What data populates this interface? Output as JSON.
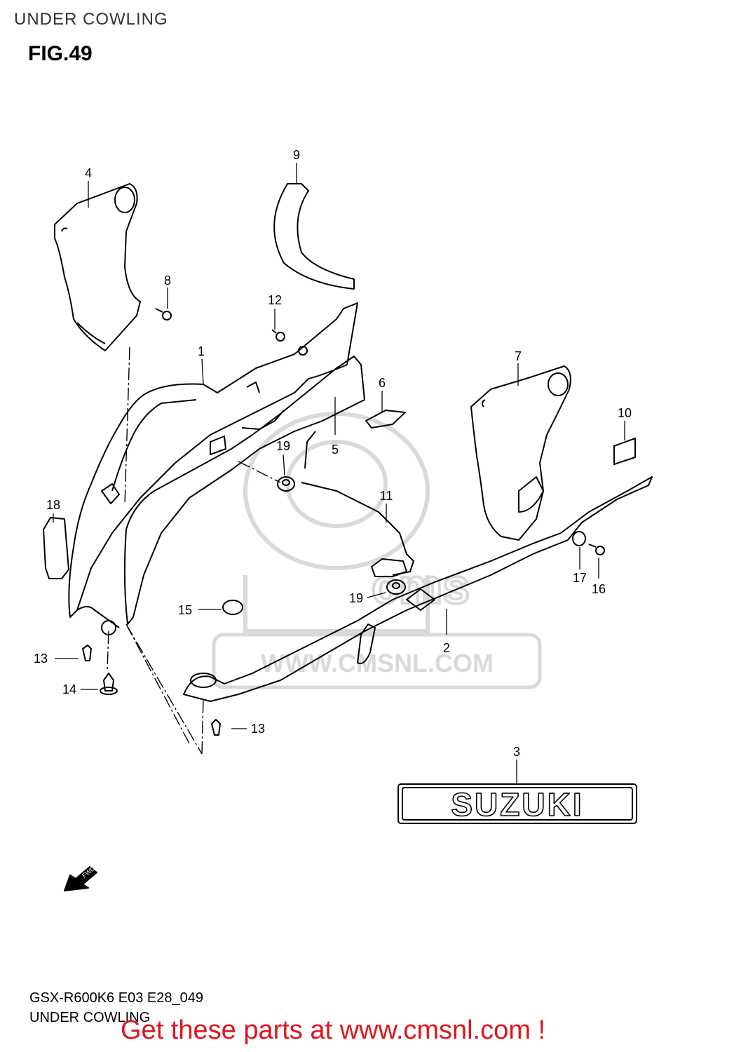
{
  "header": {
    "title": "UNDER COWLING",
    "figure": "FIG.49"
  },
  "parts": [
    {
      "num": "1"
    },
    {
      "num": "2"
    },
    {
      "num": "3"
    },
    {
      "num": "4"
    },
    {
      "num": "5"
    },
    {
      "num": "6"
    },
    {
      "num": "7"
    },
    {
      "num": "8"
    },
    {
      "num": "9"
    },
    {
      "num": "10"
    },
    {
      "num": "11"
    },
    {
      "num": "12"
    },
    {
      "num": "13"
    },
    {
      "num": "13"
    },
    {
      "num": "14"
    },
    {
      "num": "15"
    },
    {
      "num": "16"
    },
    {
      "num": "17"
    },
    {
      "num": "18"
    },
    {
      "num": "19"
    },
    {
      "num": "19"
    }
  ],
  "emblem": {
    "text": "SUZUKI"
  },
  "direction_marker": {
    "text": "FWD"
  },
  "watermark": {
    "site": "WWW.CMSNL.COM",
    "logo_text": "cms"
  },
  "footer": {
    "model_code": "GSX-R600K6 E03 E28_049",
    "section": "UNDER COWLING",
    "promo": "Get these parts at www.cmsnl.com !"
  },
  "colors": {
    "promo": "#e0141e",
    "watermark": "#d9d9d9",
    "line": "#000000"
  }
}
